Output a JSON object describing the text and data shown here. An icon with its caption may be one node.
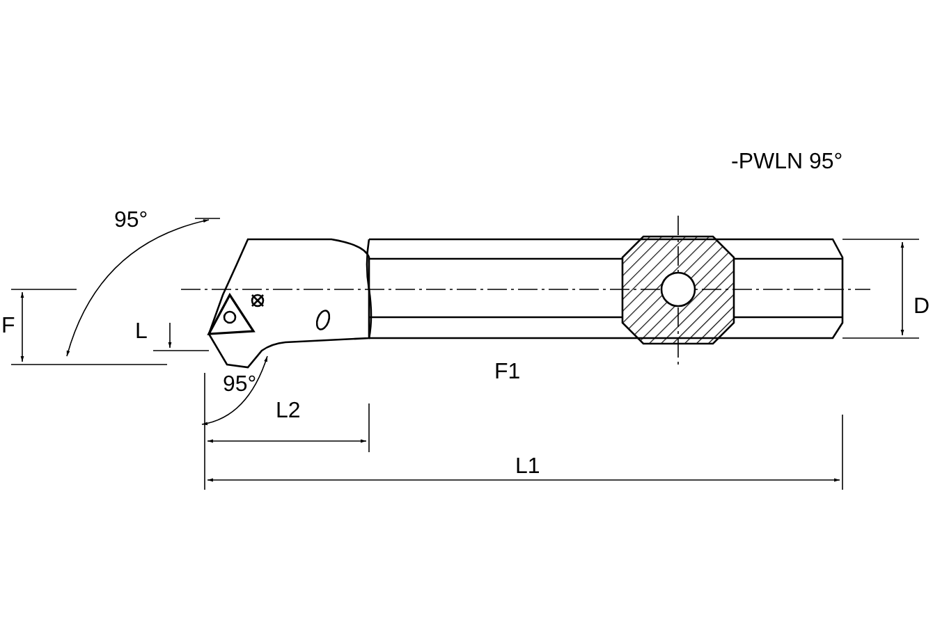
{
  "diagram": {
    "labels": [
      "-PWLN 95°",
      "95°",
      "D",
      "F",
      "L",
      "F1",
      "95°",
      "L2",
      "L1"
    ]
  }
}
